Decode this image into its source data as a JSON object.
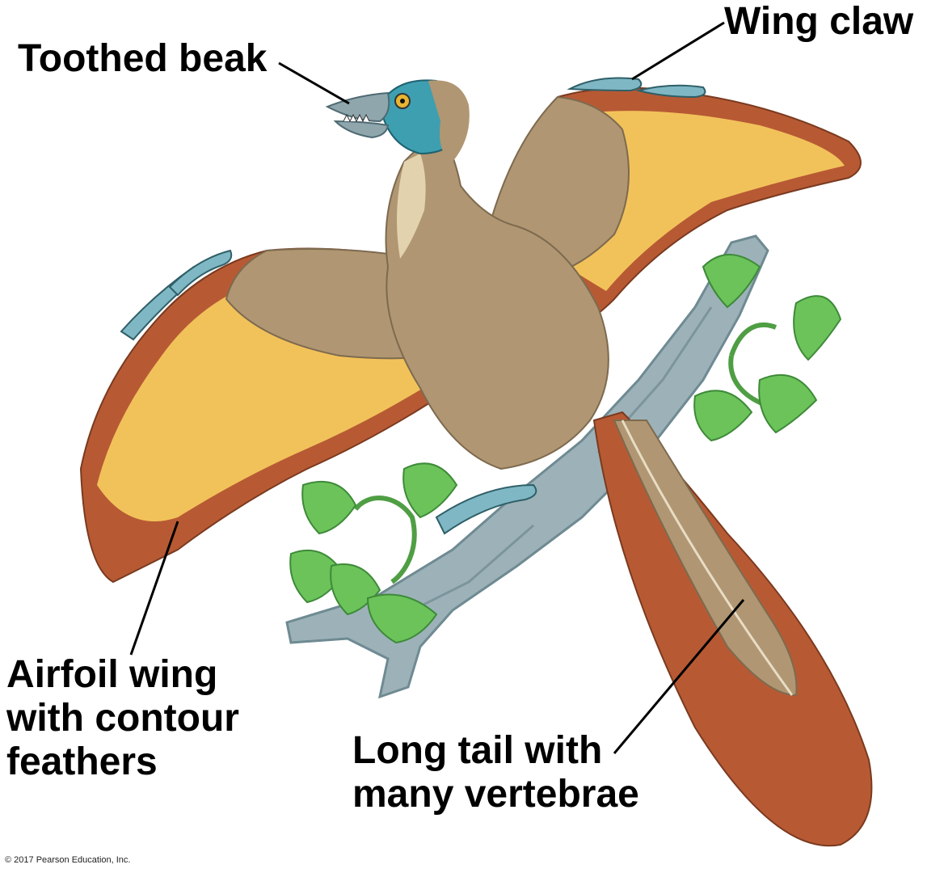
{
  "labels": {
    "toothed_beak": "Toothed beak",
    "wing_claw": "Wing claw",
    "airfoil_wing": [
      "Airfoil wing",
      "with contour",
      "feathers"
    ],
    "long_tail": [
      "Long tail with",
      "many vertebrae"
    ]
  },
  "copyright": "© 2017 Pearson Education, Inc.",
  "colors": {
    "feather_body": "#b09672",
    "feather_yellow": "#f2c25a",
    "feather_rust": "#b75a34",
    "head_scales": "#3e9fb0",
    "beak": "#8fa6ad",
    "branch": "#9cb2b8",
    "leaf": "#6cc35a",
    "leader_line": "#000000"
  }
}
